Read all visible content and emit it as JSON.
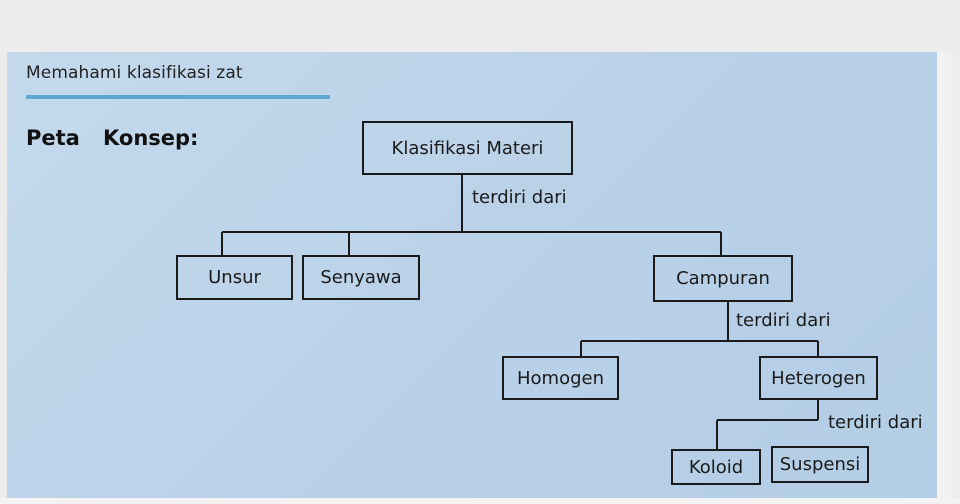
{
  "header": {
    "title": "Memahami klasifikasi zat"
  },
  "concept_map_label": {
    "word1": "Peta",
    "word2": "Konsep:"
  },
  "nodes": {
    "root": "Klasifikasi Materi",
    "unsur": "Unsur",
    "senyawa": "Senyawa",
    "campuran": "Campuran",
    "homogen": "Homogen",
    "heterogen": "Heterogen",
    "koloid": "Koloid",
    "suspensi": "Suspensi"
  },
  "edge_labels": {
    "root_children": "terdiri dari",
    "campuran_children": "terdiri dari",
    "heterogen_children": "terdiri dari"
  },
  "colors": {
    "panel_background": "#bcd4ea",
    "title_underline": "#5ea7d1",
    "line_color": "#1a1a1a"
  }
}
